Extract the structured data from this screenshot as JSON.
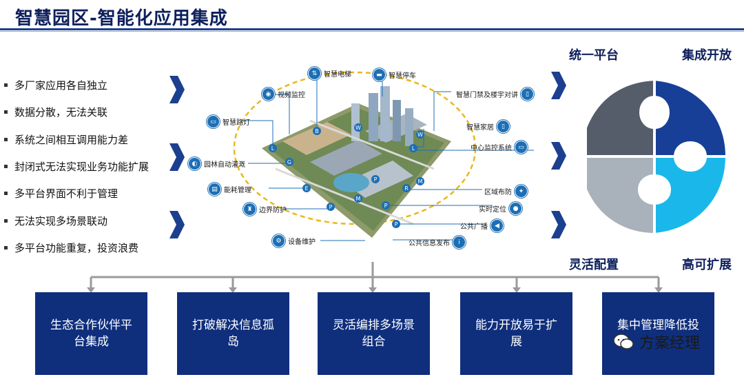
{
  "title": "智慧园区-智能化应用集成",
  "issues": [
    "多厂家应用各自独立",
    "数据分散，无法关联",
    "系统之间相互调用能力差",
    "封闭式无法实现业务功能扩展",
    "多平台界面不利于管理",
    "无法实现多场景联动",
    "多平台功能重复，投资浪费"
  ],
  "campus_labels": {
    "elevator": "智慧电梯",
    "parking": "智慧停车",
    "video": "视频监控",
    "access": "智慧门禁及楼宇对讲",
    "streetlight": "智慧路灯",
    "home": "智慧家居",
    "irrigation": "园林自动灌溉",
    "monitor_center": "中心监控系统",
    "energy": "能耗管理",
    "area_defense": "区域布防",
    "border": "边界防护",
    "positioning": "实时定位",
    "broadcast": "公共广播",
    "maintenance": "设备维护",
    "info_release": "公共信息发布"
  },
  "puzzle_labels": {
    "top_left": "统一平台",
    "top_right": "集成开放",
    "bottom_left": "灵活配置",
    "bottom_right": "高可扩展"
  },
  "puzzle_colors": {
    "top_left": "#555d6b",
    "top_right": "#173f98",
    "bottom_left": "#a9b2bb",
    "bottom_right": "#1ab8ea"
  },
  "benefits": [
    "生态合作伙伴平台集成",
    "打破解决信息孤岛",
    "灵活编排多场景组合",
    "能力开放易于扩展",
    "集中管理降低投"
  ],
  "watermark": "方案经理"
}
